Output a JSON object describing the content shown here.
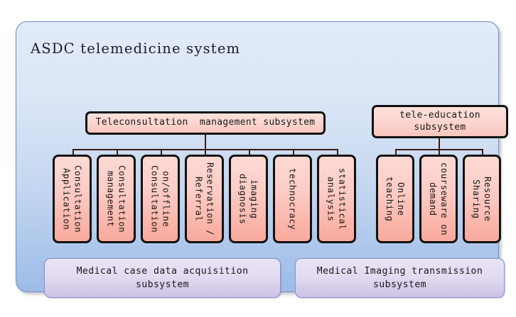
{
  "system": {
    "title": "ASDC telemedicine system"
  },
  "groups": {
    "teleconsultation": {
      "header": "Teleconsultation  management subsystem",
      "leaves": [
        {
          "label": "Consultation\nApplication"
        },
        {
          "label": "Consultation\nmanagement"
        },
        {
          "label": "on/offline\nConsultation"
        },
        {
          "label": "Reservation /\nReferral"
        },
        {
          "label": "imaging\ndiagnosis"
        },
        {
          "label": "technocracy"
        },
        {
          "label": "statistical\nanalysis"
        }
      ]
    },
    "teleeducation": {
      "header": "tele-education\nsubsystem",
      "leaves": [
        {
          "label": "Online\nteaching"
        },
        {
          "label": "courseware on\ndemand"
        },
        {
          "label": "Resource\nSharing"
        }
      ]
    }
  },
  "bottom": {
    "medical_case": "Medical case data acquisition\nsubsystem",
    "medical_imaging": "Medical Imaging transmission\nsubsystem"
  },
  "colors": {
    "system_panel_blue": "#c4d6f0",
    "system_panel_border": "#6b8fc4",
    "group_pink": "#fbd2cc",
    "group_pink_border": "#e08878",
    "box_border": "#121212",
    "bottom_purple": "#ddd5ee",
    "bottom_purple_border": "#7f93cd",
    "connector": "#3a1c18"
  }
}
